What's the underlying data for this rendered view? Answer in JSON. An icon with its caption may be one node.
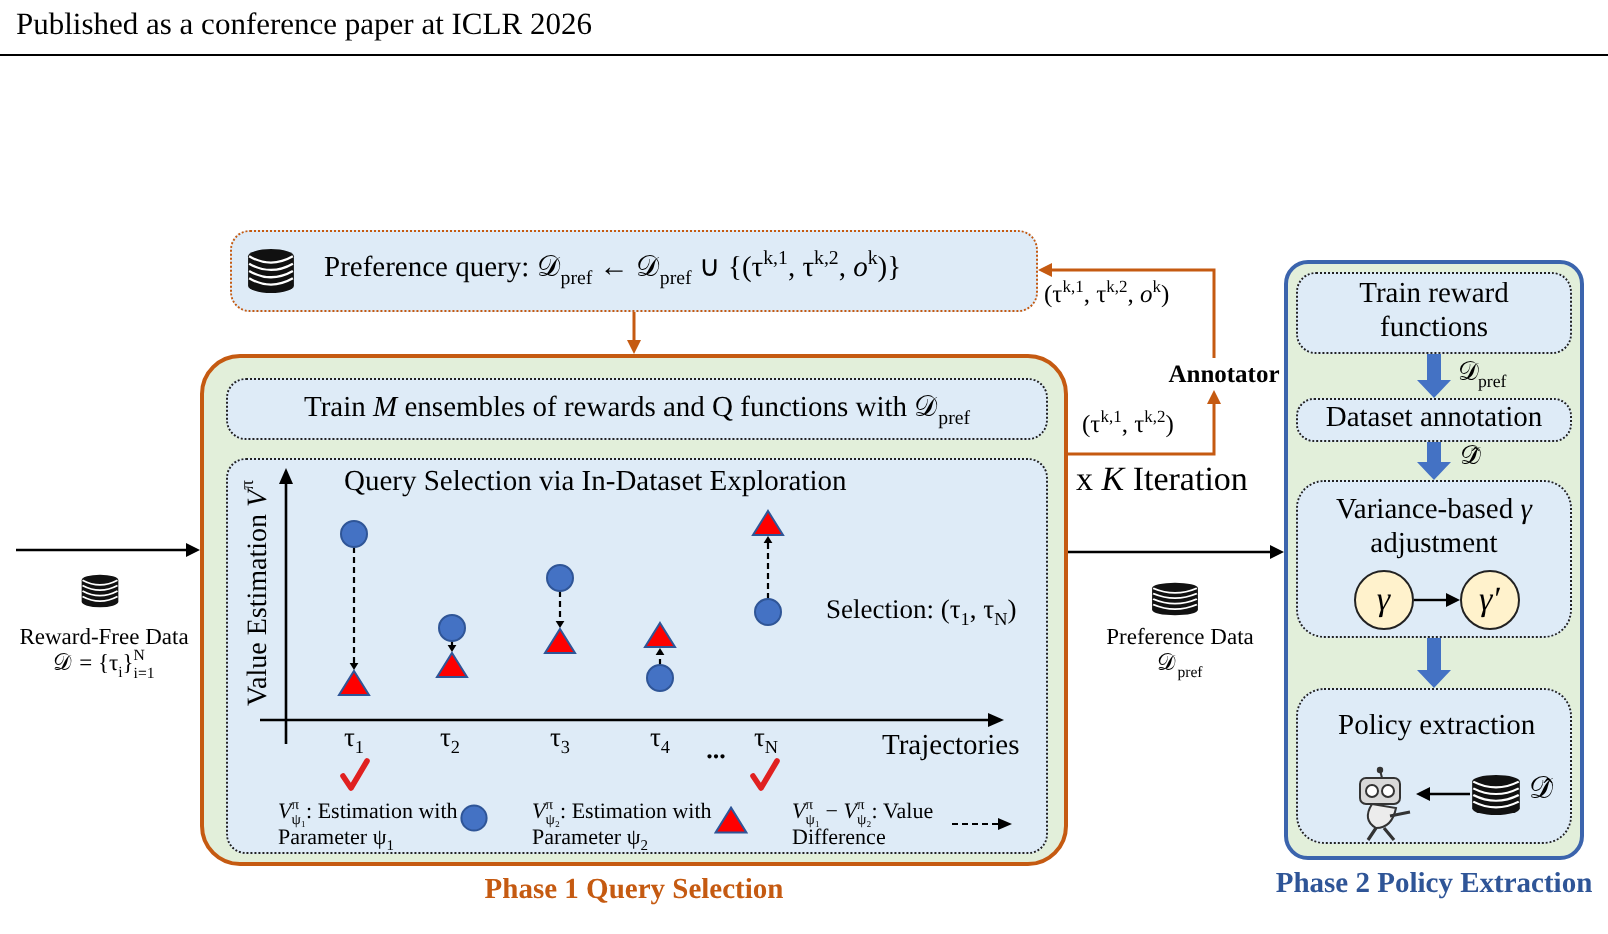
{
  "diagram": {
    "nodes": [
      {
        "text": [
          "Preference query: 𝒟$_{pref}$ ← 𝒟$_{pref}$ ∪ {(τ$^{k,1}$, τ$^{k,2}$, *o*$^{k}$)}"
        ]
      },
      {
        "text": [
          "Annotator"
        ]
      },
      {
        "text": [
          "Phase 1 Query Selection"
        ]
      },
      {
        "text": [
          "Train *M* ensembles of rewards and Q functions with 𝒟$_{pref}$"
        ],
        "in": 2
      },
      {
        "text": [
          "Query Selection via In-Dataset Exploration"
        ],
        "in": 2
      },
      {
        "text": [
          "Phase 2 Policy Extraction"
        ]
      },
      {
        "text": [
          "Train reward functions"
        ],
        "in": 5
      },
      {
        "text": [
          "Dataset annotation"
        ],
        "in": 5
      },
      {
        "text": [
          "Variance-based *γ* adjustment"
        ],
        "in": 5
      },
      {
        "text": [
          "γ"
        ],
        "in": 8
      },
      {
        "text": [
          "γ′"
        ],
        "in": 8
      },
      {
        "text": [
          "Policy extraction"
        ],
        "in": 5
      },
      {
        "text": [],
        "shape": "picture",
        "in": 11
      },
      {
        "text": [],
        "shape": "cylinder",
        "in": 11,
        "beside": [
          "𝒟̂"
        ]
      }
    ],
    "edges": [
      {
        "from": null,
        "to": 2,
        "arrow": "to",
        "label": "Reward-Free Data 𝒟 = {τ$_{i}$}$^{N}$$_{i=1}$"
      },
      {
        "from": 2,
        "to": 1,
        "arrow": "to",
        "label": "(τ$^{k,1}$, τ$^{k,2}$)",
        "color": "#c55a11"
      },
      {
        "from": 1,
        "to": 0,
        "arrow": "to",
        "label": "(τ$^{k,1}$, τ$^{k,2}$, *o*$^{k}$)",
        "color": "#c55a11"
      },
      {
        "from": 0,
        "to": 2,
        "arrow": "to",
        "color": "#c55a11"
      },
      {
        "from": 2,
        "to": 5,
        "arrow": "to",
        "label": "Preference Data 𝒟$_{pref}$"
      },
      {
        "from": 6,
        "to": 7,
        "arrow": "to",
        "label": "𝒟$_{pref}$",
        "style": "thick",
        "color": "#4472c4"
      },
      {
        "from": 7,
        "to": 8,
        "arrow": "to",
        "label": "𝒟̂",
        "style": "thick",
        "color": "#4472c4"
      },
      {
        "from": 8,
        "to": 11,
        "arrow": "to",
        "style": "thick",
        "color": "#4472c4"
      },
      {
        "from": 9,
        "to": 10,
        "arrow": "to"
      },
      {
        "from": 13,
        "to": 12,
        "arrow": "to"
      }
    ],
    "labels": [
      "Published as a conference paper at ICLR 2026",
      "x *K* Iteration",
      "Value Estimation *V*$^{π}$",
      "Selection: (τ$_{1}$, τ$_{N}$)",
      "τ$_{1}$",
      "τ$_{2}$",
      "τ$_{3}$",
      "τ$_{4}$",
      "...",
      "τ$_{N}$",
      "Trajectories"
    ],
    "legend": [
      {
        "text": "*V*$^{π}$$_{ψ₁}$: Estimation with Parameter ψ$_{1}$"
      },
      {
        "text": "*V*$^{π}$$_{ψ₂}$: Estimation with Parameter ψ$_{2}$"
      },
      {
        "text": "*V*$^{π}$$_{ψ₁}$ − *V*$^{π}$$_{ψ₂}$: Value Difference"
      }
    ]
  }
}
